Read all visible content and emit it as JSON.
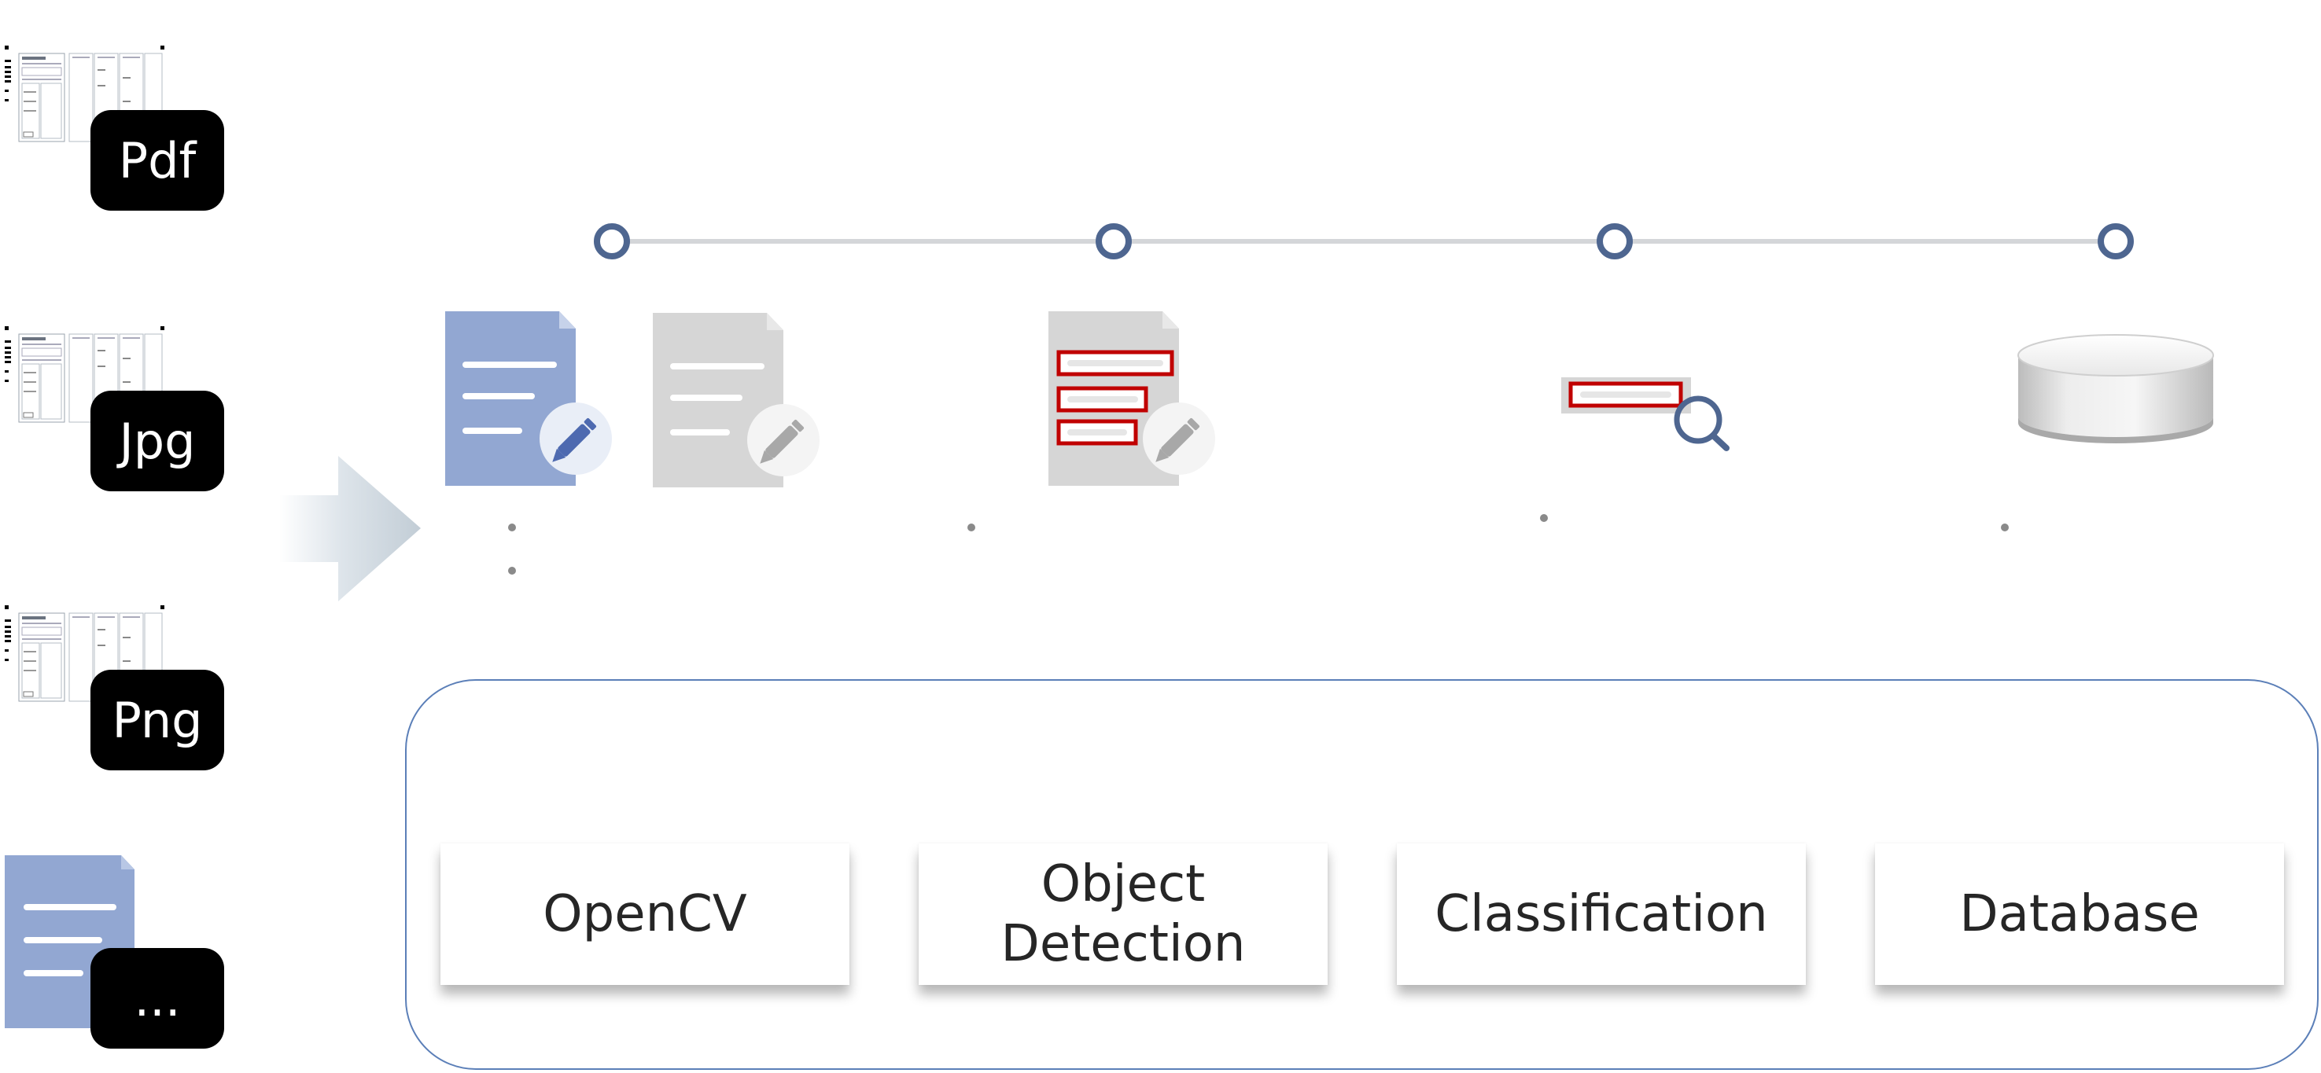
{
  "inputs": [
    {
      "key": "pdf",
      "label": "Pdf"
    },
    {
      "key": "jpg",
      "label": "Jpg"
    },
    {
      "key": "png",
      "label": "Png"
    },
    {
      "key": "other",
      "label": "..."
    }
  ],
  "pipeline_stages": [
    {
      "key": "opencv",
      "label": "OpenCV"
    },
    {
      "key": "object-detection",
      "label": "Object\nDetection"
    },
    {
      "key": "classification",
      "label": "Classification"
    },
    {
      "key": "database",
      "label": "Database"
    }
  ],
  "colors": {
    "accent_blue": "#92a7d2",
    "node_ring": "#4e6690",
    "detection_red": "#c00000",
    "doc_gray": "#d6d6d6",
    "badge_black": "#000000"
  },
  "icons": [
    "document-edit-icon",
    "document-icon",
    "object-detection-icon",
    "magnifier-icon",
    "database-icon",
    "arrow-right-icon"
  ]
}
